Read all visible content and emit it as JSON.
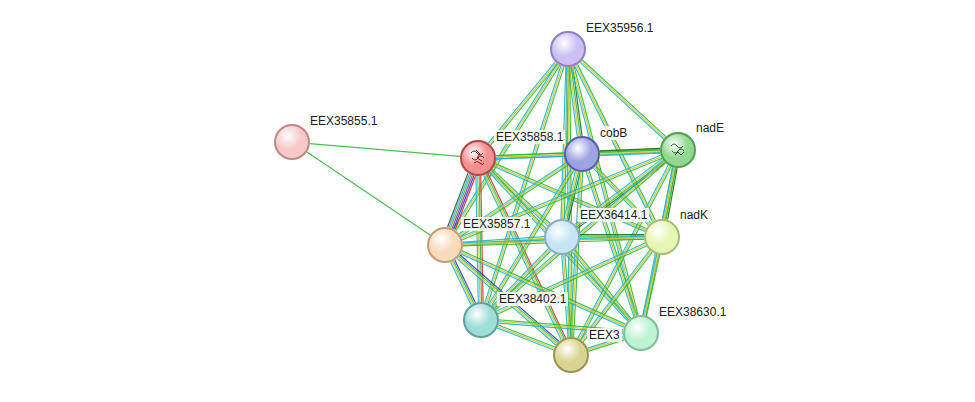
{
  "diagram": {
    "nodes": [
      {
        "text": [
          "EEX35956.1"
        ]
      },
      {
        "text": [
          "EEX35855.1"
        ]
      },
      {
        "text": [
          "EEX35858.1"
        ]
      },
      {
        "text": [
          "cobB"
        ]
      },
      {
        "text": [
          "nadE"
        ]
      },
      {
        "text": [
          "EEX36414.1"
        ]
      },
      {
        "text": [
          "nadK"
        ]
      },
      {
        "text": [
          "EEX35857.1"
        ]
      },
      {
        "text": [
          "EEX38402.1"
        ]
      },
      {
        "text": [
          "EEX38630.1"
        ]
      },
      {
        "text": [
          "EEX3"
        ]
      }
    ],
    "edges": [
      {
        "from": 1,
        "to": 2,
        "arrow": "none"
      },
      {
        "from": 1,
        "to": 7,
        "arrow": "none"
      },
      {
        "from": 0,
        "to": 2,
        "arrow": "none"
      },
      {
        "from": 0,
        "to": 3,
        "arrow": "none"
      },
      {
        "from": 0,
        "to": 4,
        "arrow": "none"
      },
      {
        "from": 0,
        "to": 5,
        "arrow": "none"
      },
      {
        "from": 0,
        "to": 6,
        "arrow": "none"
      },
      {
        "from": 0,
        "to": 7,
        "arrow": "none"
      },
      {
        "from": 0,
        "to": 8,
        "arrow": "none"
      },
      {
        "from": 0,
        "to": 9,
        "arrow": "none"
      },
      {
        "from": 0,
        "to": 10,
        "arrow": "none"
      },
      {
        "from": 2,
        "to": 3,
        "arrow": "none"
      },
      {
        "from": 2,
        "to": 4,
        "arrow": "none"
      },
      {
        "from": 2,
        "to": 5,
        "arrow": "none"
      },
      {
        "from": 2,
        "to": 6,
        "arrow": "none"
      },
      {
        "from": 2,
        "to": 7,
        "arrow": "none"
      },
      {
        "from": 2,
        "to": 8,
        "arrow": "none"
      },
      {
        "from": 2,
        "to": 9,
        "arrow": "none"
      },
      {
        "from": 2,
        "to": 10,
        "arrow": "none"
      },
      {
        "from": 3,
        "to": 4,
        "arrow": "none"
      },
      {
        "from": 3,
        "to": 5,
        "arrow": "none"
      },
      {
        "from": 3,
        "to": 6,
        "arrow": "none"
      },
      {
        "from": 3,
        "to": 7,
        "arrow": "none"
      },
      {
        "from": 3,
        "to": 8,
        "arrow": "none"
      },
      {
        "from": 3,
        "to": 9,
        "arrow": "none"
      },
      {
        "from": 3,
        "to": 10,
        "arrow": "none"
      },
      {
        "from": 4,
        "to": 5,
        "arrow": "none"
      },
      {
        "from": 4,
        "to": 6,
        "arrow": "none"
      },
      {
        "from": 4,
        "to": 7,
        "arrow": "none"
      },
      {
        "from": 4,
        "to": 8,
        "arrow": "none"
      },
      {
        "from": 4,
        "to": 9,
        "arrow": "none"
      },
      {
        "from": 4,
        "to": 10,
        "arrow": "none"
      },
      {
        "from": 5,
        "to": 6,
        "arrow": "none"
      },
      {
        "from": 5,
        "to": 7,
        "arrow": "none"
      },
      {
        "from": 5,
        "to": 8,
        "arrow": "none"
      },
      {
        "from": 5,
        "to": 9,
        "arrow": "none"
      },
      {
        "from": 5,
        "to": 10,
        "arrow": "none"
      },
      {
        "from": 6,
        "to": 7,
        "arrow": "none"
      },
      {
        "from": 6,
        "to": 8,
        "arrow": "none"
      },
      {
        "from": 6,
        "to": 9,
        "arrow": "none"
      },
      {
        "from": 6,
        "to": 10,
        "arrow": "none"
      },
      {
        "from": 7,
        "to": 8,
        "arrow": "none"
      },
      {
        "from": 7,
        "to": 9,
        "arrow": "none"
      },
      {
        "from": 7,
        "to": 10,
        "arrow": "none"
      },
      {
        "from": 8,
        "to": 9,
        "arrow": "none"
      },
      {
        "from": 8,
        "to": 10,
        "arrow": "none"
      },
      {
        "from": 9,
        "to": 10,
        "arrow": "none"
      }
    ]
  }
}
